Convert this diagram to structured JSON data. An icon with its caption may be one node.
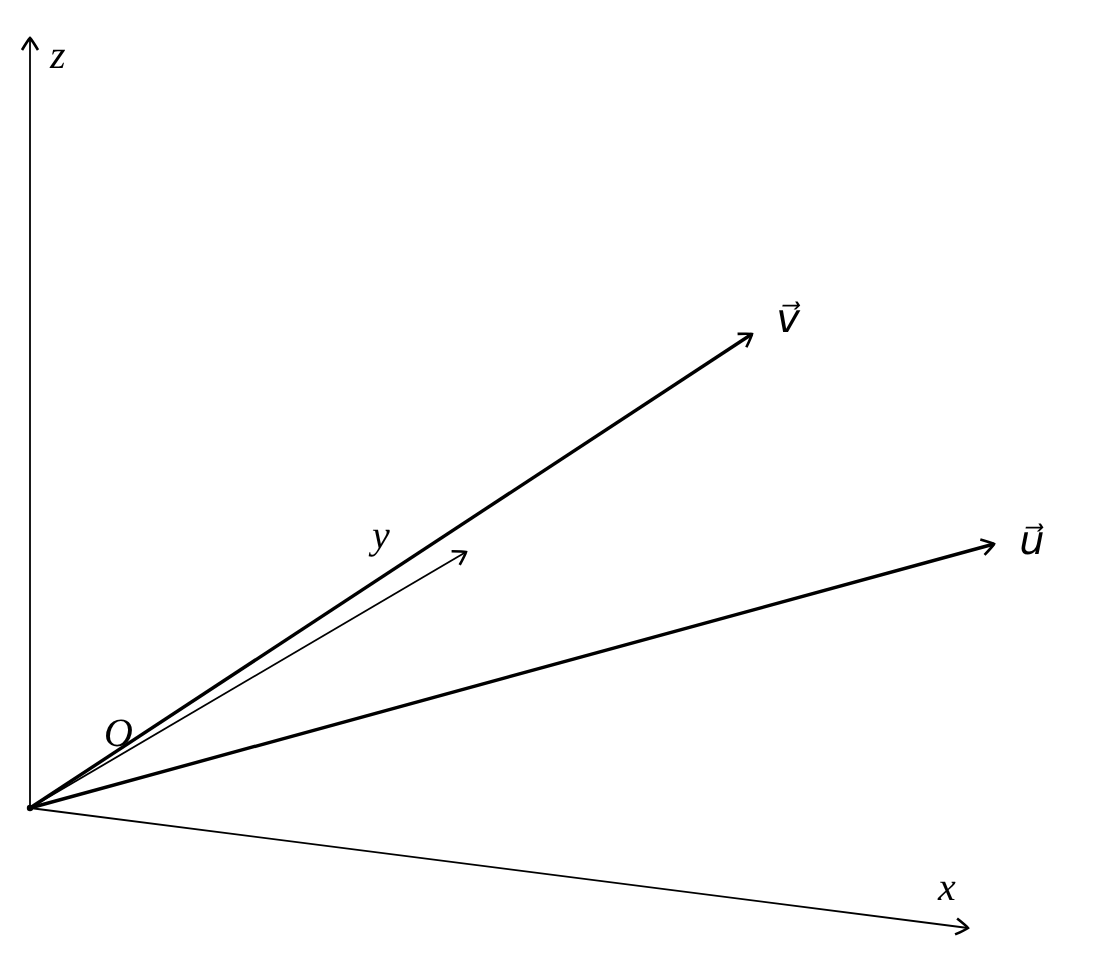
{
  "diagram": {
    "nodes": [
      {
        "text": [],
        "shape": "point",
        "beside": [
          "O"
        ]
      },
      {
        "text": [
          "u⃗"
        ]
      },
      {
        "text": [
          "v⃗"
        ]
      }
    ],
    "edges": [
      {
        "from": 0,
        "to": 1,
        "arrow": "to"
      },
      {
        "from": 0,
        "to": 2,
        "arrow": "to"
      }
    ],
    "labels": [
      "z",
      "y",
      "x"
    ]
  }
}
